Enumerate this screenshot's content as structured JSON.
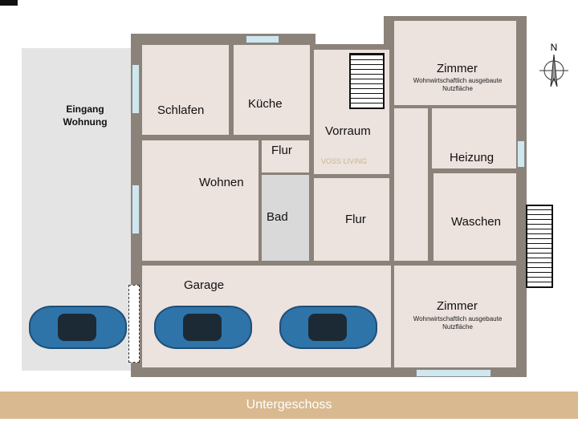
{
  "labels": {
    "entrance": "Eingang Wohnung",
    "schlafen": "Schlafen",
    "kueche": "Küche",
    "vorraum": "Vorraum",
    "zimmer_top": "Zimmer",
    "zimmer_top_sub": "Wohnwirtschaftlich ausgebaute Nutzfläche",
    "heizung": "Heizung",
    "flur_small": "Flur",
    "wohnen": "Wohnen",
    "bad": "Bad",
    "flur": "Flur",
    "waschen": "Waschen",
    "garage": "Garage",
    "zimmer_bottom": "Zimmer",
    "zimmer_bottom_sub": "Wohnwirtschaftlich ausgebaute Nutzfläche"
  },
  "compass": {
    "label": "N"
  },
  "watermark": "VOSS LIVING",
  "footer": {
    "title": "Untergeschoss",
    "color": "#d9b98f"
  },
  "colors": {
    "wall": "#8b8279",
    "floor": "#ece2de",
    "car": "#2f74a8"
  }
}
